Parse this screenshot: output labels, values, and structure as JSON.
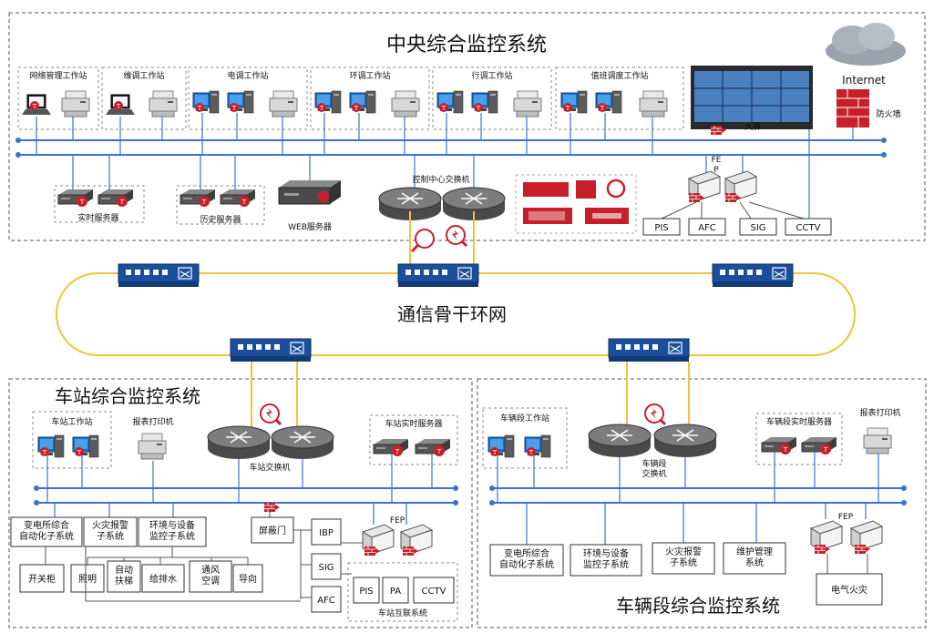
{
  "central": {
    "title": "中央综合监控系统",
    "workstations": [
      "网络管理工作站",
      "维调工作站",
      "电调工作站",
      "环调工作站",
      "行调工作站",
      "值班调度工作站"
    ],
    "realtime_server": "实时服务器",
    "history_server": "历史服务器",
    "web_server": "WEB服务器",
    "switch": "控制中心交换机",
    "big_screen": "大屏",
    "internet": "Internet",
    "firewall": "防火墙",
    "fep": "FE\nP",
    "subsystems": [
      "PIS",
      "AFC",
      "SIG",
      "CCTV"
    ]
  },
  "backbone": {
    "title": "通信骨干环网"
  },
  "station": {
    "title": "车站综合监控系统",
    "workstation": "车站工作站",
    "printer": "报表打印机",
    "switch": "车站交换机",
    "realtime_server": "车站实时服务器",
    "fep": "FEP",
    "subsystems": [
      "变电所综合\n自动化子系统",
      "火灾报警\n子系统",
      "环境与设备\n监控子系统"
    ],
    "env_children": [
      "开关柜",
      "照明",
      "自动\n扶梯",
      "给排水",
      "通风\n空调",
      "导向"
    ],
    "screen_door": "屏蔽门",
    "right_systems": [
      "IBP",
      "SIG",
      "AFC"
    ],
    "interconnect": [
      "PIS",
      "PA",
      "CCTV"
    ],
    "interconnect_title": "车站互联系统"
  },
  "depot": {
    "title": "车辆段综合监控系统",
    "workstation": "车辆段工作站",
    "printer": "报表打印机",
    "switch": "车辆段\n交换机",
    "realtime_server": "车辆段实时服务器",
    "fep": "FEP",
    "subsystems": [
      "变电所综合\n自动化子系统",
      "环境与设备\n监控子系统",
      "火灾报警\n子系统",
      "维护管理\n系统"
    ],
    "fire": "电气火灾"
  },
  "colors": {
    "accent_red": "#c8202a",
    "bus_blue": "#3b73c8",
    "ring_yellow": "#f0c43a",
    "switch_blue": "#1b4f9c"
  }
}
